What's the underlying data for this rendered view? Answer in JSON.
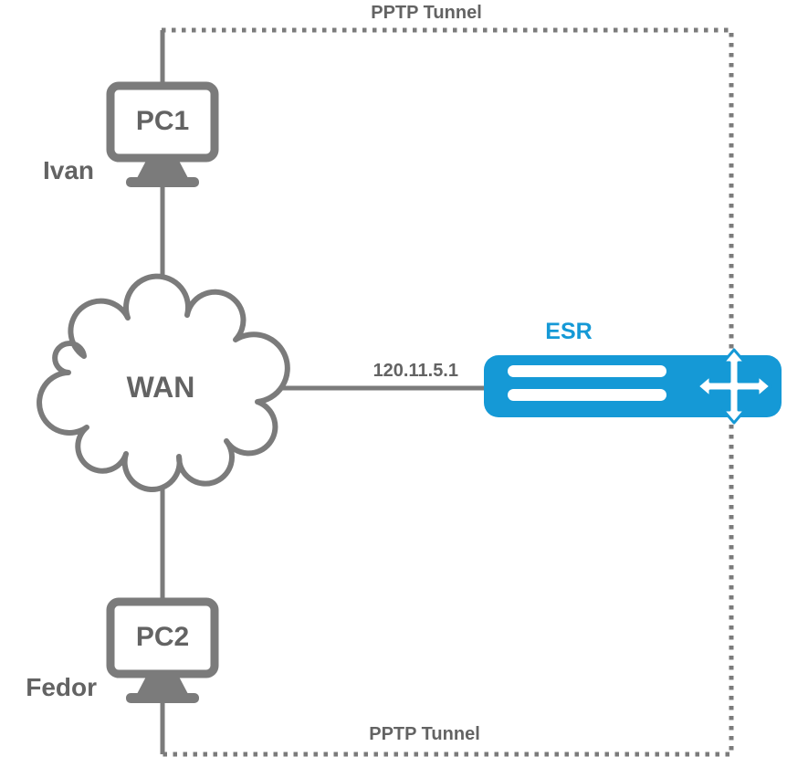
{
  "diagram": {
    "type": "network-topology",
    "labels": {
      "tunnel_top": "PPTP Tunnel",
      "tunnel_bottom": "PPTP Tunnel",
      "pc1": "PC1",
      "pc1_user": "Ivan",
      "pc2": "PC2",
      "pc2_user": "Fedor",
      "wan": "WAN",
      "wan_ip": "120.11.5.1",
      "router": "ESR"
    },
    "colors": {
      "line_gray": "#7b7b7b",
      "text_gray": "#636363",
      "accent_blue": "#1599d6",
      "fill_white": "#ffffff"
    }
  }
}
